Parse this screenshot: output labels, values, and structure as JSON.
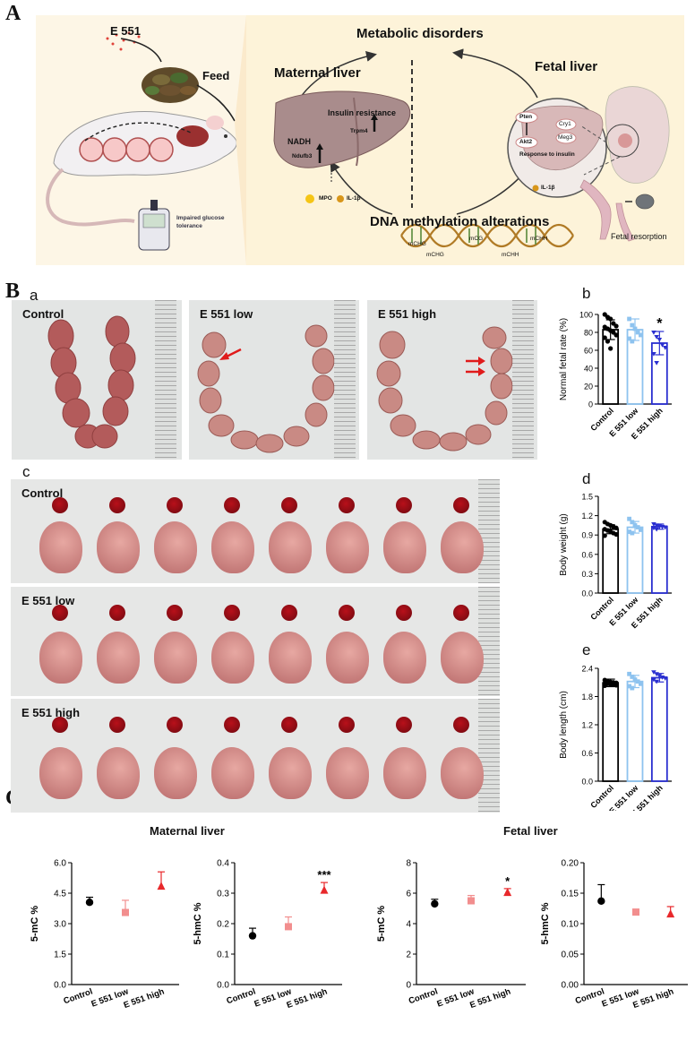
{
  "panel_labels": {
    "A": "A",
    "B": "B",
    "C": "C",
    "a": "a",
    "b": "b",
    "c": "c",
    "d": "d",
    "e": "e"
  },
  "schematic": {
    "additive": "E 551",
    "feed": "Feed",
    "glucose": "Impaired glucose tolerance",
    "metabolic": "Metabolic disorders",
    "maternal_liver": "Maternal liver",
    "fetal_liver": "Fetal liver",
    "insulin_resistance": "Insulin resistance",
    "trpm4": "Trpm4",
    "nadh": "NADH",
    "ndufb3": "Ndufb3",
    "mpo": "MPO",
    "il1b_maternal": "IL-1β",
    "pten": "Pten",
    "akt2": "Akt2",
    "cry1": "Cry1",
    "meg3": "Meg3",
    "response_insulin": "Response to insulin",
    "il1b_fetal": "IL-1β",
    "dna_methylation": "DNA methylation alterations",
    "mchg1": "mCHG",
    "mcg": "mCG",
    "mchh1": "mCHH",
    "mchg2": "mCHG",
    "mchh2": "mCHH",
    "fetal_resorption": "Fetal resorption"
  },
  "photos": {
    "uterus": [
      "Control",
      "E 551 low",
      "E 551 high"
    ],
    "fetus": [
      "Control",
      "E 551 low",
      "E 551 high"
    ]
  },
  "colors": {
    "control": "#000000",
    "low": "#8ec3ef",
    "high": "#2a2fd0",
    "c_control": "#000000",
    "c_low": "#f28e8e",
    "c_high": "#e8282b"
  },
  "chart_data": [
    {
      "id": "b",
      "type": "bar",
      "categories": [
        "Control",
        "E 551 low",
        "E 551 high"
      ],
      "values": [
        83,
        83,
        68
      ],
      "errors": [
        11,
        12,
        13
      ],
      "ylabel": "Normal fetal rate (%)",
      "ylim": [
        0,
        100
      ],
      "yticks": [
        0,
        20,
        40,
        60,
        80,
        100
      ],
      "annotations": [
        "",
        "",
        "*"
      ],
      "points": [
        [
          100,
          97,
          95,
          90,
          87,
          86,
          84,
          82,
          80,
          77,
          74,
          70,
          62
        ],
        [
          95,
          88,
          84,
          80,
          77,
          73,
          70
        ],
        [
          80,
          75,
          72,
          66,
          63,
          56,
          46
        ]
      ]
    },
    {
      "id": "d",
      "type": "bar",
      "categories": [
        "Control",
        "E 551 low",
        "E 551 high"
      ],
      "values": [
        0.99,
        1.02,
        1.03
      ],
      "errors": [
        0.07,
        0.09,
        0.04
      ],
      "ylabel": "Body weight (g)",
      "ylim": [
        0,
        1.5
      ],
      "yticks": [
        "0.0",
        "0.3",
        "0.6",
        "0.9",
        "1.2",
        "1.5"
      ],
      "annotations": [
        "",
        "",
        ""
      ],
      "points": [
        [
          1.1,
          1.07,
          1.05,
          1.03,
          1.01,
          0.99,
          0.97,
          0.95,
          0.93,
          0.91,
          0.89
        ],
        [
          1.15,
          1.1,
          1.05,
          1.02,
          0.98,
          0.95,
          0.93
        ],
        [
          1.07,
          1.05,
          1.04,
          1.03,
          1.02,
          1.01,
          0.99
        ]
      ]
    },
    {
      "id": "e",
      "type": "bar",
      "categories": [
        "Control",
        "E 551 low",
        "E 551 high"
      ],
      "values": [
        2.09,
        2.12,
        2.2
      ],
      "errors": [
        0.08,
        0.13,
        0.09
      ],
      "ylabel": "Body length (cm)",
      "ylim": [
        0,
        2.4
      ],
      "yticks": [
        "0.0",
        "0.6",
        "1.2",
        "1.8",
        "2.4"
      ],
      "annotations": [
        "",
        "",
        ""
      ],
      "points": [
        [
          2.15,
          2.13,
          2.11,
          2.1,
          2.09,
          2.08,
          2.07,
          2.06,
          2.05,
          2.04,
          2.03
        ],
        [
          2.28,
          2.22,
          2.16,
          2.12,
          2.07,
          2.02,
          1.98
        ],
        [
          2.32,
          2.28,
          2.24,
          2.21,
          2.19,
          2.16,
          2.12
        ]
      ]
    },
    {
      "id": "c1",
      "type": "scatter",
      "group_title": "Maternal liver",
      "categories": [
        "Control",
        "E 551 low",
        "E 551 high"
      ],
      "values": [
        4.05,
        3.55,
        4.85
      ],
      "errors": [
        0.25,
        0.6,
        0.7
      ],
      "ylabel": "5-mC %",
      "ylim": [
        0,
        6
      ],
      "yticks": [
        "0.0",
        "1.5",
        "3.0",
        "4.5",
        "6.0"
      ],
      "annotations": [
        "",
        "",
        ""
      ]
    },
    {
      "id": "c2",
      "type": "scatter",
      "categories": [
        "Control",
        "E 551 low",
        "E 551 high"
      ],
      "values": [
        0.16,
        0.19,
        0.31
      ],
      "errors": [
        0.025,
        0.032,
        0.025
      ],
      "ylabel": "5-hmC %",
      "ylim": [
        0,
        0.4
      ],
      "yticks": [
        "0.0",
        "0.1",
        "0.2",
        "0.3",
        "0.4"
      ],
      "annotations": [
        "",
        "",
        "***"
      ]
    },
    {
      "id": "c3",
      "type": "scatter",
      "group_title": "Fetal liver",
      "categories": [
        "Control",
        "E 551 low",
        "E 551 high"
      ],
      "values": [
        5.3,
        5.5,
        6.05
      ],
      "errors": [
        0.3,
        0.35,
        0.25
      ],
      "ylabel": "5-mC %",
      "ylim": [
        0,
        8
      ],
      "yticks": [
        "0",
        "2",
        "4",
        "6",
        "8"
      ],
      "annotations": [
        "",
        "",
        "*"
      ]
    },
    {
      "id": "c4",
      "type": "scatter",
      "categories": [
        "Control",
        "E 551 low",
        "E 551 high"
      ],
      "values": [
        0.137,
        0.119,
        0.116
      ],
      "errors": [
        0.027,
        0.002,
        0.012
      ],
      "ylabel": "5-hmC %",
      "ylim": [
        0,
        0.2
      ],
      "yticks": [
        "0.00",
        "0.05",
        "0.10",
        "0.15",
        "0.20"
      ],
      "annotations": [
        "",
        "",
        ""
      ]
    }
  ]
}
